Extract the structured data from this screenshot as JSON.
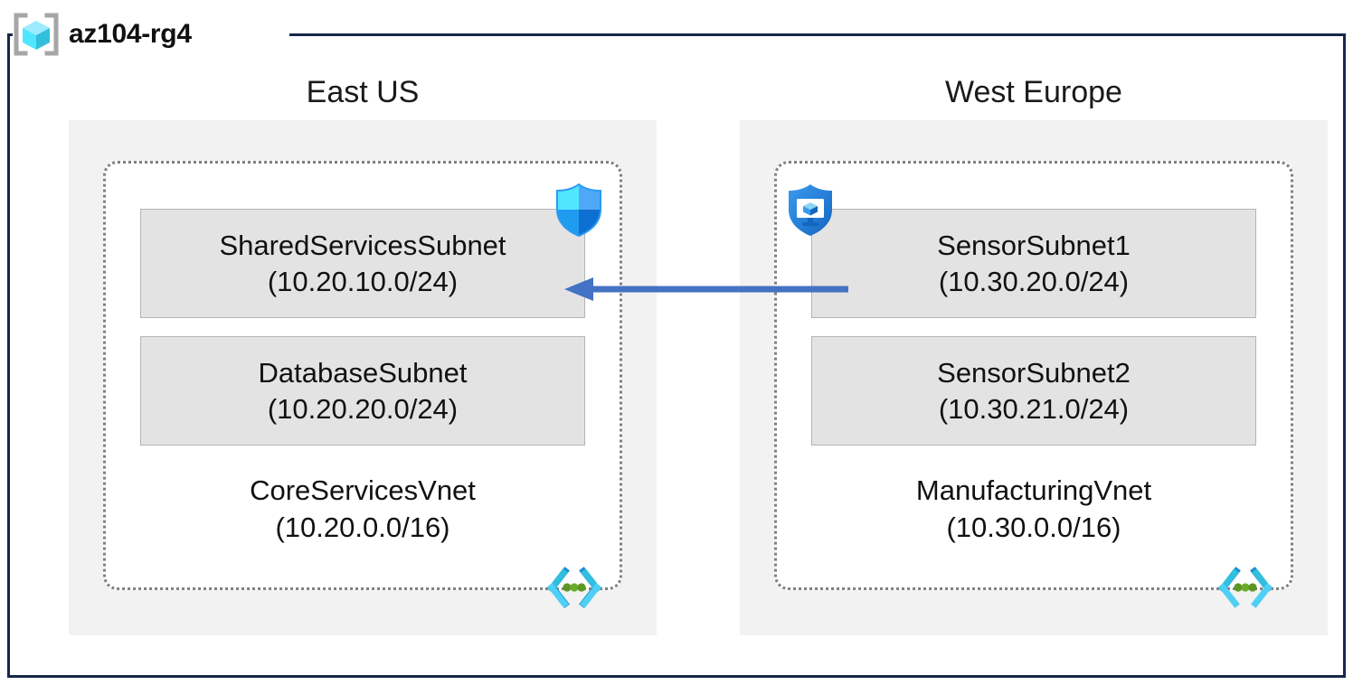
{
  "resource_group": {
    "name": "az104-rg4",
    "icon": "azure-resource-group-icon"
  },
  "colors": {
    "frame_border": "#16284A",
    "region_fill": "#F2F2F2",
    "vnet_border": "#808080",
    "subnet_fill": "#E3E3E3",
    "subnet_border": "#B4B4B4",
    "arrow": "#4472C4",
    "azure_blue": "#0078D4",
    "icon_cyan": "#50E6FF",
    "vnet_green": "#5E9624"
  },
  "regions": [
    {
      "label": "East US",
      "vnet": {
        "name": "CoreServicesVnet",
        "cidr": "(10.20.0.0/16)",
        "icon": "virtual-network-icon",
        "subnets": [
          {
            "name": "SharedServicesSubnet",
            "cidr": "(10.20.10.0/24)",
            "badge": "network-security-group-shield-icon"
          },
          {
            "name": "DatabaseSubnet",
            "cidr": "(10.20.20.0/24)",
            "badge": null
          }
        ]
      }
    },
    {
      "label": "West Europe",
      "vnet": {
        "name": "ManufacturingVnet",
        "cidr": "(10.30.0.0/16)",
        "icon": "virtual-network-icon",
        "subnets": [
          {
            "name": "SensorSubnet1",
            "cidr": "(10.30.20.0/24)",
            "badge": "azure-defender-shield-icon"
          },
          {
            "name": "SensorSubnet2",
            "cidr": "(10.30.21.0/24)",
            "badge": null
          }
        ]
      }
    }
  ],
  "connector": {
    "name": "vnet-peering-arrow",
    "direction": "right-to-left",
    "label": ""
  }
}
